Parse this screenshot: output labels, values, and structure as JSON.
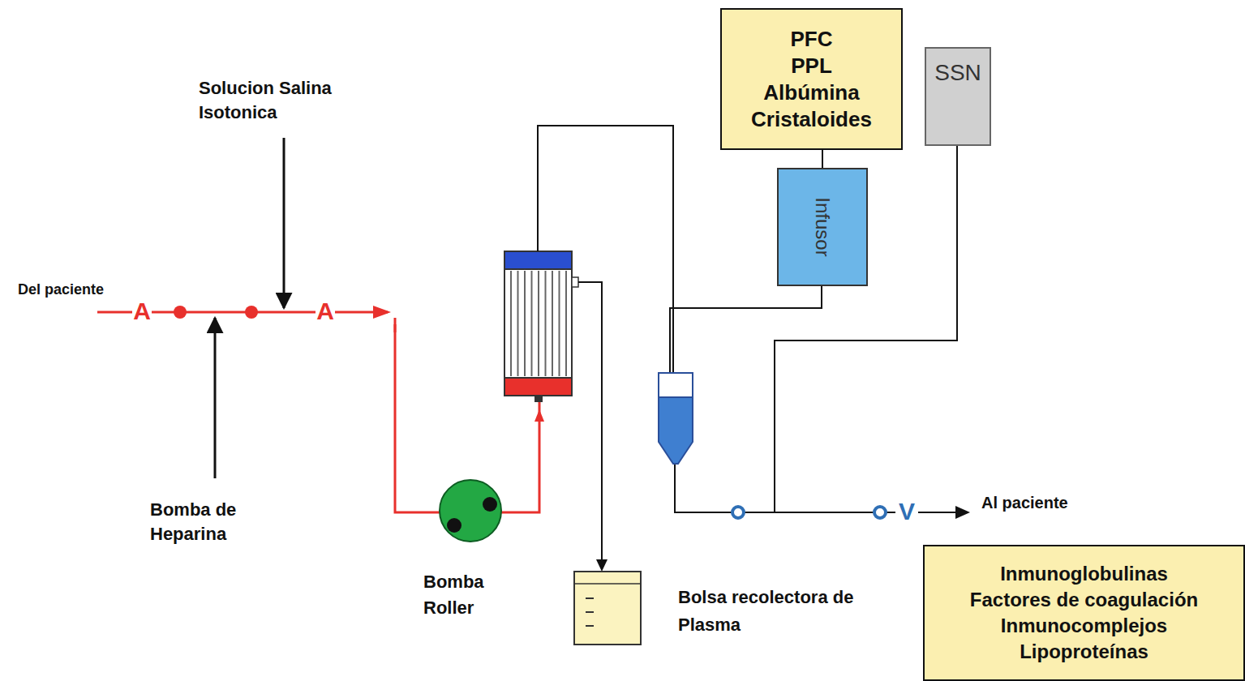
{
  "diagram": {
    "nodes": [
      {
        "text": [
          "PFC",
          "PPL",
          "Albúmina",
          "Cristaloides"
        ]
      },
      {
        "text": [
          "SSN"
        ]
      },
      {
        "text": [
          "Infusor"
        ]
      },
      {
        "text": [
          "Inmunoglobulinas",
          "Factores de coagulación",
          "Inmunocomplejos",
          "Lipoproteínas"
        ]
      }
    ],
    "edges": [
      {
        "from": 0,
        "to": 2,
        "arrow": "none"
      }
    ],
    "labels": [
      "Solucion Salina Isotonica",
      "Del paciente",
      "A",
      "A",
      "Bomba de Heparina",
      "Bomba Roller",
      "Bolsa recolectora de Plasma",
      "V",
      "Al paciente"
    ]
  }
}
